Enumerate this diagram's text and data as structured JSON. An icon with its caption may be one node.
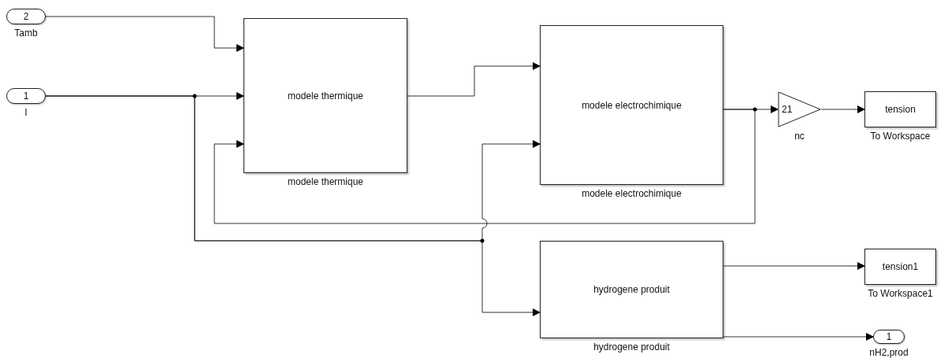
{
  "diagram": {
    "nodes": [
      {
        "text": [
          "2"
        ],
        "beside": [
          "Tamb"
        ]
      },
      {
        "text": [
          "1"
        ],
        "beside": [
          "I"
        ]
      },
      {
        "text": [
          "modele thermique"
        ],
        "beside": [
          "modele thermique"
        ]
      },
      {
        "text": [
          "modele electrochimique"
        ],
        "beside": [
          "modele electrochimique"
        ]
      },
      {
        "text": [
          "21"
        ],
        "beside": [
          "nc"
        ]
      },
      {
        "text": [
          "tension"
        ],
        "beside": [
          "To Workspace"
        ]
      },
      {
        "text": [
          "hydrogene produit"
        ],
        "beside": [
          "hydrogene produit"
        ]
      },
      {
        "text": [
          "tension1"
        ],
        "beside": [
          "To Workspace1"
        ]
      },
      {
        "text": [
          "1"
        ],
        "beside": [
          "nH2,prod"
        ]
      }
    ],
    "edges": [
      {
        "from": 0,
        "to": 2,
        "arrow": "to"
      },
      {
        "from": 1,
        "to": 2,
        "arrow": "to"
      },
      {
        "from": 1,
        "to": 3,
        "arrow": "to"
      },
      {
        "from": 1,
        "to": 6,
        "arrow": "to"
      },
      {
        "from": 2,
        "to": 3,
        "arrow": "to"
      },
      {
        "from": 3,
        "to": 4,
        "arrow": "to"
      },
      {
        "from": 3,
        "to": 2,
        "arrow": "to"
      },
      {
        "from": 4,
        "to": 5,
        "arrow": "to"
      },
      {
        "from": 6,
        "to": 7,
        "arrow": "to"
      },
      {
        "from": 6,
        "to": 8,
        "arrow": "to"
      }
    ]
  }
}
